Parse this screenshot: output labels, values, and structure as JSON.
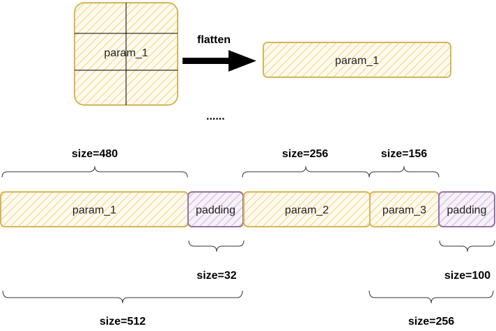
{
  "diagram": {
    "matrix_label": "param_1",
    "flatten_label": "flatten",
    "flat_label": "param_1",
    "ellipsis": "......",
    "blocks": {
      "param_1": "param_1",
      "padding_1": "padding",
      "param_2": "param_2",
      "param_3": "param_3",
      "padding_2": "padding"
    },
    "sizes": {
      "param_1": "size=480",
      "param_2": "size=256",
      "param_3": "size=156",
      "padding_1": "size=32",
      "padding_2": "size=100",
      "group_1": "size=512",
      "group_2": "size=256"
    },
    "colors": {
      "param_fill": "#fff2cc",
      "param_stroke": "#d6b656",
      "padding_fill": "#e1d5e7",
      "padding_stroke": "#9673a6"
    }
  }
}
